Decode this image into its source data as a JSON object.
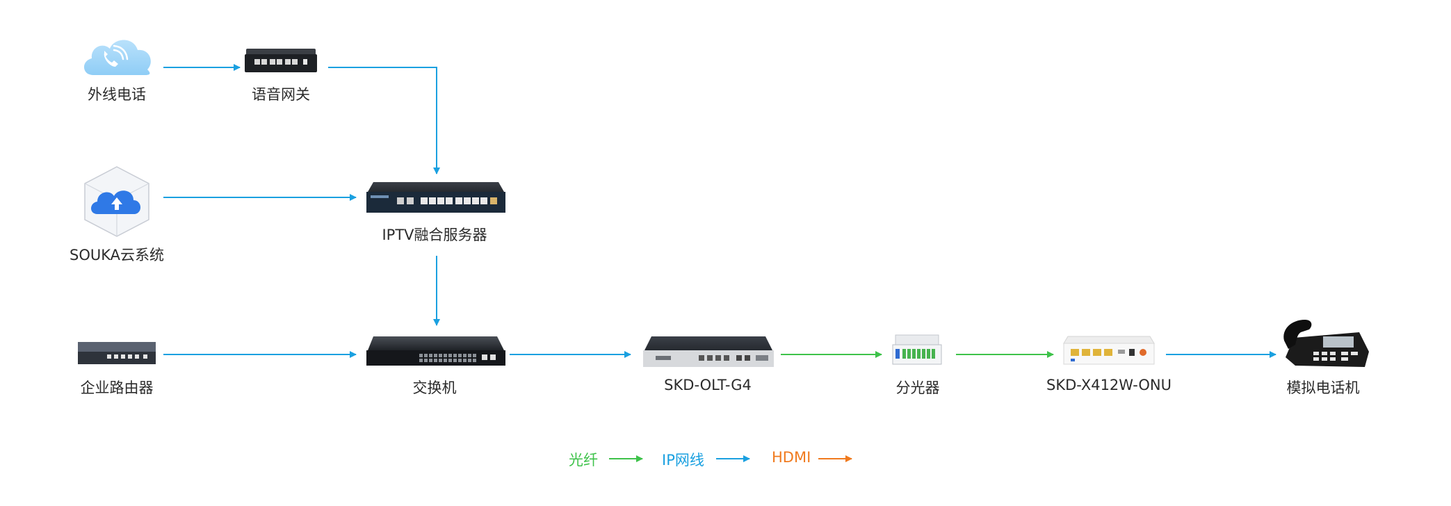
{
  "colors": {
    "fiber": "#3ec24a",
    "ip": "#1aa0e0",
    "hdmi": "#f07a1e",
    "text": "#2b2b2b"
  },
  "nodes": {
    "external_phone": {
      "label": "外线电话",
      "icon": "cloud-phone-icon"
    },
    "voice_gateway": {
      "label": "语音网关",
      "icon": "voice-gateway-icon"
    },
    "souka_cloud": {
      "label": "SOUKA云系统",
      "icon": "cloud-system-icon"
    },
    "iptv_server": {
      "label": "IPTV融合服务器",
      "icon": "server-icon"
    },
    "router": {
      "label": "企业路由器",
      "icon": "router-icon"
    },
    "switch": {
      "label": "交换机",
      "icon": "switch-icon"
    },
    "olt": {
      "label": "SKD-OLT-G4",
      "icon": "olt-icon"
    },
    "splitter": {
      "label": "分光器",
      "icon": "splitter-icon"
    },
    "onu": {
      "label": "SKD-X412W-ONU",
      "icon": "onu-icon"
    },
    "analog_phone": {
      "label": "模拟电话机",
      "icon": "desk-phone-icon"
    }
  },
  "legend": {
    "fiber": "光纤",
    "ip": "IP网线",
    "hdmi": "HDMI"
  },
  "edges": [
    {
      "from": "external_phone",
      "to": "voice_gateway",
      "type": "ip"
    },
    {
      "from": "voice_gateway",
      "to": "iptv_server",
      "type": "ip"
    },
    {
      "from": "souka_cloud",
      "to": "iptv_server",
      "type": "ip"
    },
    {
      "from": "iptv_server",
      "to": "switch",
      "type": "ip"
    },
    {
      "from": "router",
      "to": "switch",
      "type": "ip"
    },
    {
      "from": "switch",
      "to": "olt",
      "type": "ip"
    },
    {
      "from": "olt",
      "to": "splitter",
      "type": "fiber"
    },
    {
      "from": "splitter",
      "to": "onu",
      "type": "fiber"
    },
    {
      "from": "onu",
      "to": "analog_phone",
      "type": "ip"
    }
  ]
}
